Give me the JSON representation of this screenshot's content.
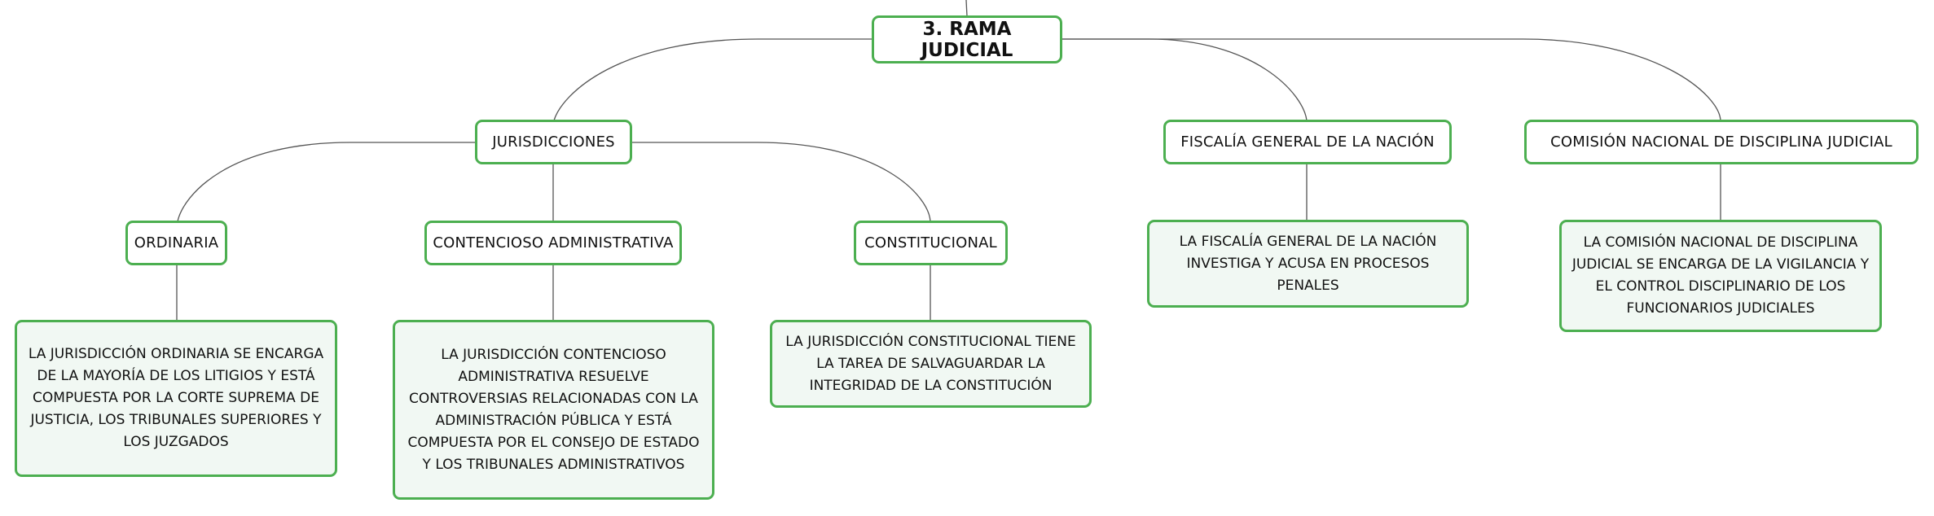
{
  "colors": {
    "node_border": "#4caf50",
    "description_fill": "#f1f8f3",
    "connector": "#555555"
  },
  "root": {
    "label": "3. RAMA JUDICIAL"
  },
  "branches": {
    "jurisdicciones": "JURISDICCIONES",
    "fiscalia": "FISCALÍA GENERAL DE LA NACIÓN",
    "comision": "COMISIÓN NACIONAL DE DISCIPLINA JUDICIAL"
  },
  "jurisdicciones": {
    "ordinaria": "ORDINARIA",
    "contencioso": "CONTENCIOSO ADMINISTRATIVA",
    "constitucional": "CONSTITUCIONAL"
  },
  "descriptions": {
    "ordinaria": "LA JURISDICCIÓN ORDINARIA SE ENCARGA DE LA MAYORÍA DE LOS LITIGIOS Y ESTÁ COMPUESTA POR LA CORTE SUPREMA DE JUSTICIA, LOS TRIBUNALES SUPERIORES Y LOS JUZGADOS",
    "contencioso": "LA JURISDICCIÓN CONTENCIOSO ADMINISTRATIVA RESUELVE CONTROVERSIAS RELACIONADAS CON LA ADMINISTRACIÓN PÚBLICA Y ESTÁ COMPUESTA POR EL CONSEJO DE ESTADO Y LOS TRIBUNALES ADMINISTRATIVOS",
    "constitucional": "LA JURISDICCIÓN CONSTITUCIONAL TIENE LA TAREA DE SALVAGUARDAR LA INTEGRIDAD DE LA CONSTITUCIÓN",
    "fiscalia": "LA FISCALÍA GENERAL DE LA NACIÓN INVESTIGA Y ACUSA EN PROCESOS PENALES",
    "comision": "LA COMISIÓN NACIONAL DE DISCIPLINA JUDICIAL SE ENCARGA DE LA VIGILANCIA Y EL CONTROL DISCIPLINARIO DE LOS FUNCIONARIOS JUDICIALES"
  }
}
